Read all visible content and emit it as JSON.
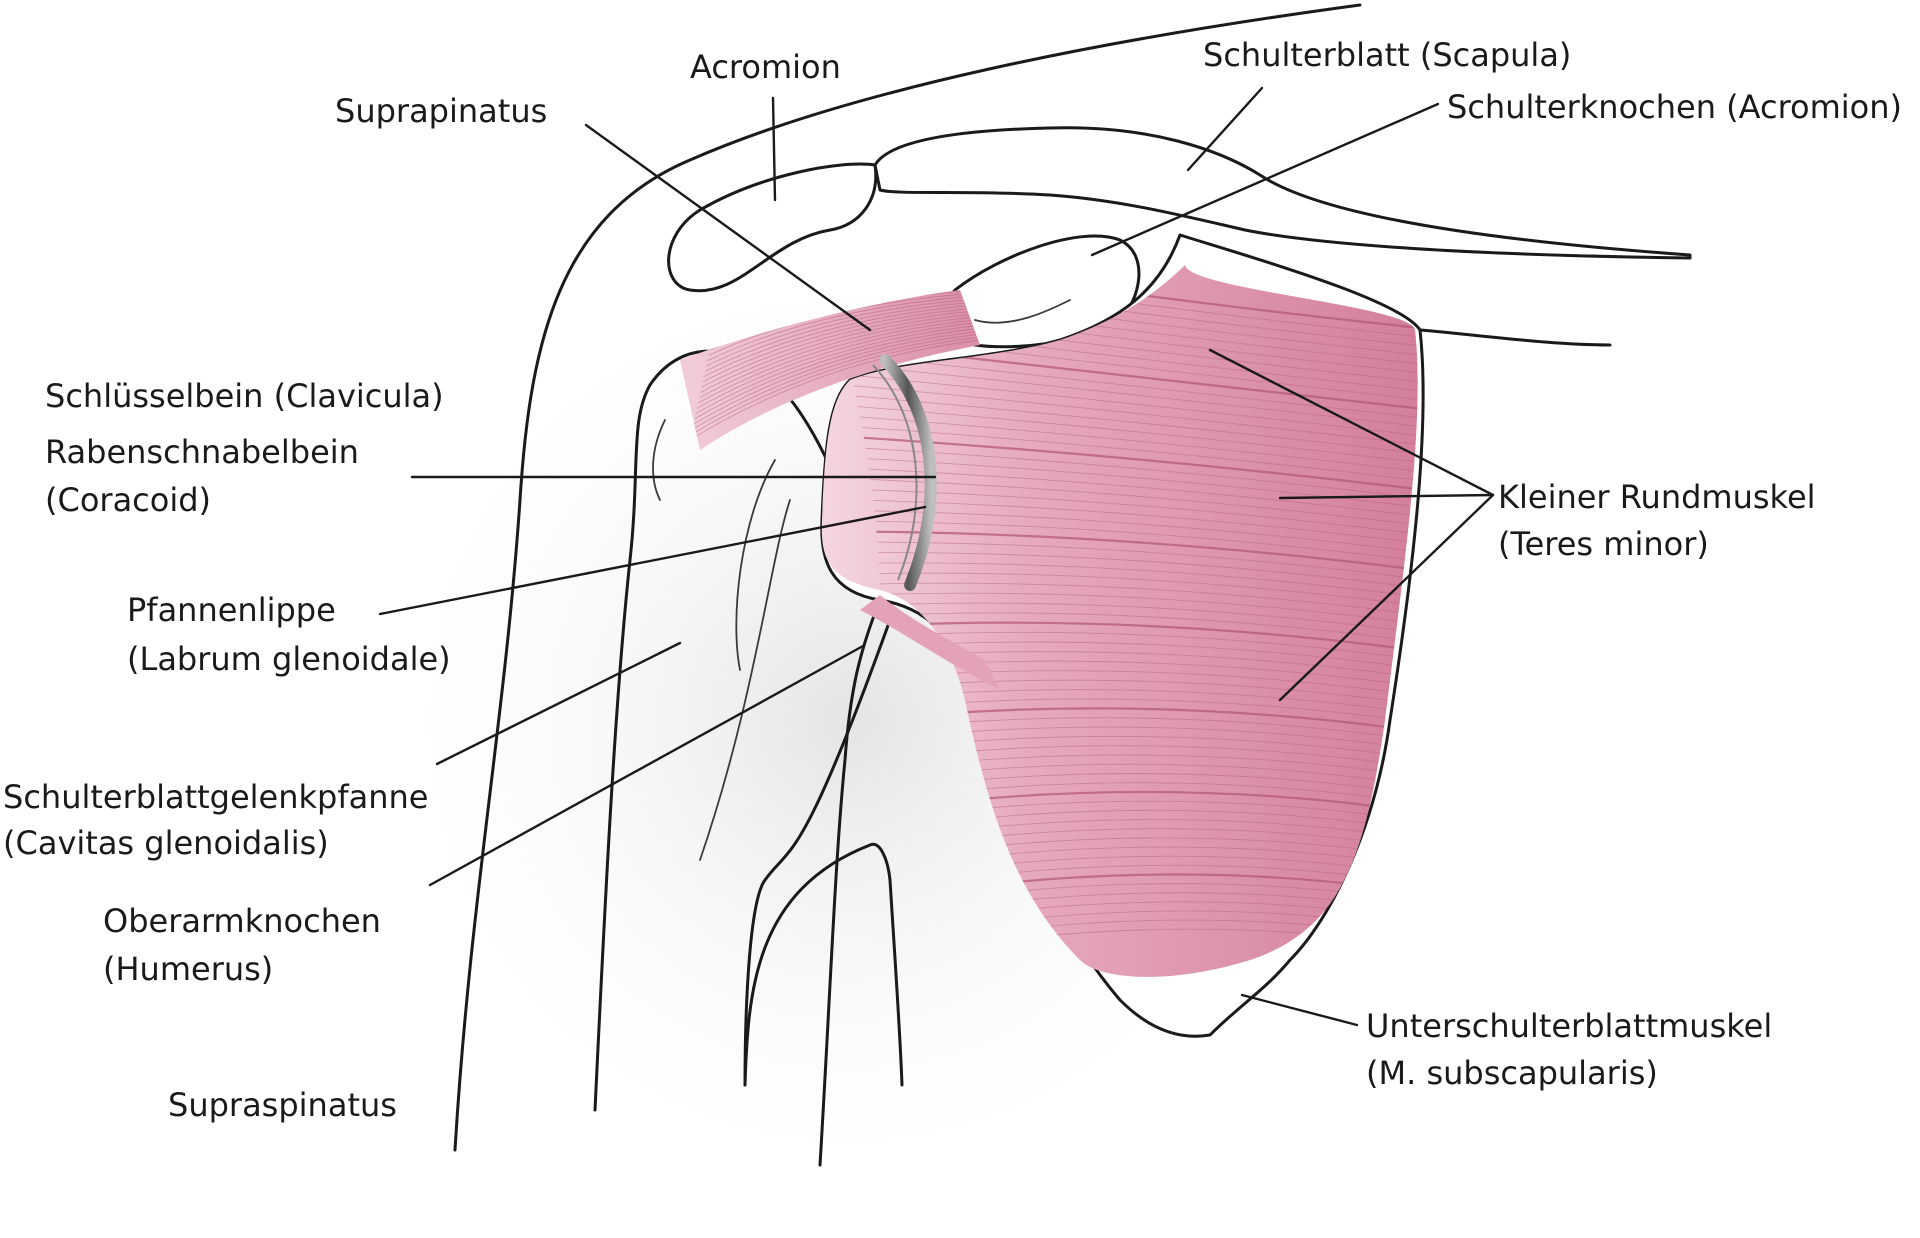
{
  "labels": {
    "acromion": "Acromion",
    "scapula": "Schulterblatt (Scapula)",
    "acromion_bone": "Schulterknochen (Acromion)",
    "suprapinatus": "Suprapinatus",
    "clavicula": "Schlüsselbein (Clavicula)",
    "coracoid_1": "Rabenschnabelbein",
    "coracoid_2": "(Coracoid)",
    "teres_1": "Kleiner Rundmuskel",
    "teres_2": "(Teres minor)",
    "labrum_1": "Pfannenlippe",
    "labrum_2": "(Labrum glenoidale)",
    "cavitas_1": "Schulterblattgelenkpfanne",
    "cavitas_2": "(Cavitas glenoidalis)",
    "humerus_1": "Oberarmknochen",
    "humerus_2": "(Humerus)",
    "subscap_1": "Unterschulterblattmuskel",
    "subscap_2": "(M. subscapularis)",
    "supraspinatus": "Supraspinatus"
  },
  "colors": {
    "muscle": "#d9879f",
    "muscle_fiber": "#b45a7a",
    "muscle_light": "#f1c6d3",
    "bone": "#ffffff",
    "shade": "#ececec",
    "line": "#1a1a1a"
  }
}
